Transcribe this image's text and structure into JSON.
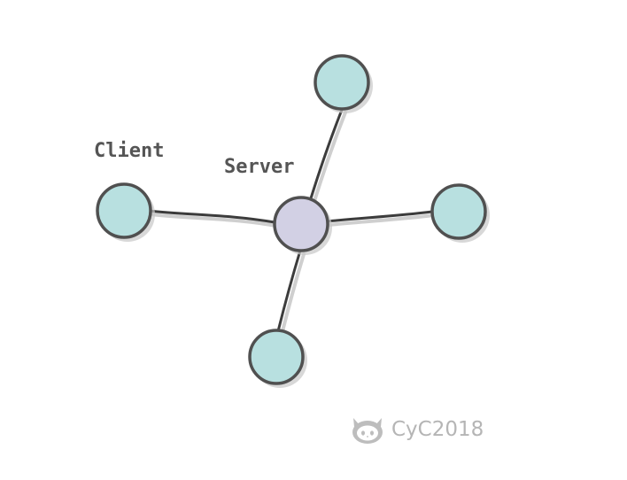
{
  "labels": {
    "client": "Client",
    "server": "Server"
  },
  "watermark": {
    "text": "CyC2018",
    "icon": "github-octocat-icon"
  },
  "colors": {
    "client_fill": "#b8e0e0",
    "server_fill": "#d2d0e4",
    "node_stroke": "#505050",
    "edge": "#3c3c3c",
    "shadow": "#c8c8c8",
    "label_text": "#555555",
    "watermark": "#b5b5b5"
  }
}
